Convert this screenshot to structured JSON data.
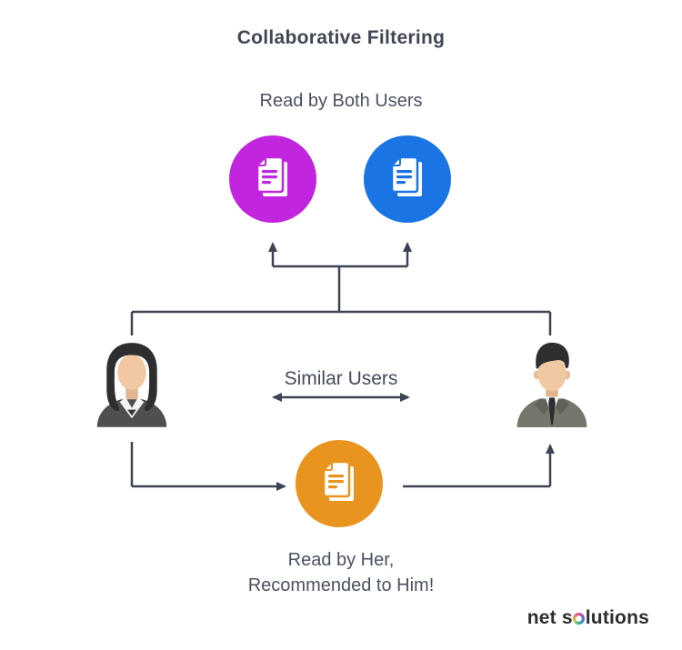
{
  "title": "Collaborative Filtering",
  "labels": {
    "top": "Read by Both Users",
    "middle": "Similar Users",
    "bottom_line1": "Read by Her,",
    "bottom_line2": "Recommended to Him!"
  },
  "nodes": {
    "doc_left": {
      "name": "documents-magenta",
      "color": "#c126de"
    },
    "doc_right": {
      "name": "documents-blue",
      "color": "#1b74e4"
    },
    "doc_bottom": {
      "name": "documents-orange",
      "color": "#e8941e"
    },
    "user_left": {
      "name": "female-user"
    },
    "user_right": {
      "name": "male-user"
    }
  },
  "colors": {
    "background": "#ffffff",
    "connector": "#3d4355",
    "title_text": "#414655",
    "label_text": "#4a5161",
    "skin": "#f0c8a2",
    "hair": "#2d2e30",
    "jacket_female": "#4f4f52",
    "suit_male": "#77766d",
    "logo_text": "#2d2d2d"
  },
  "logo": {
    "word1": "net",
    "word2_prefix": "s",
    "word2_suffix": "lutions"
  }
}
